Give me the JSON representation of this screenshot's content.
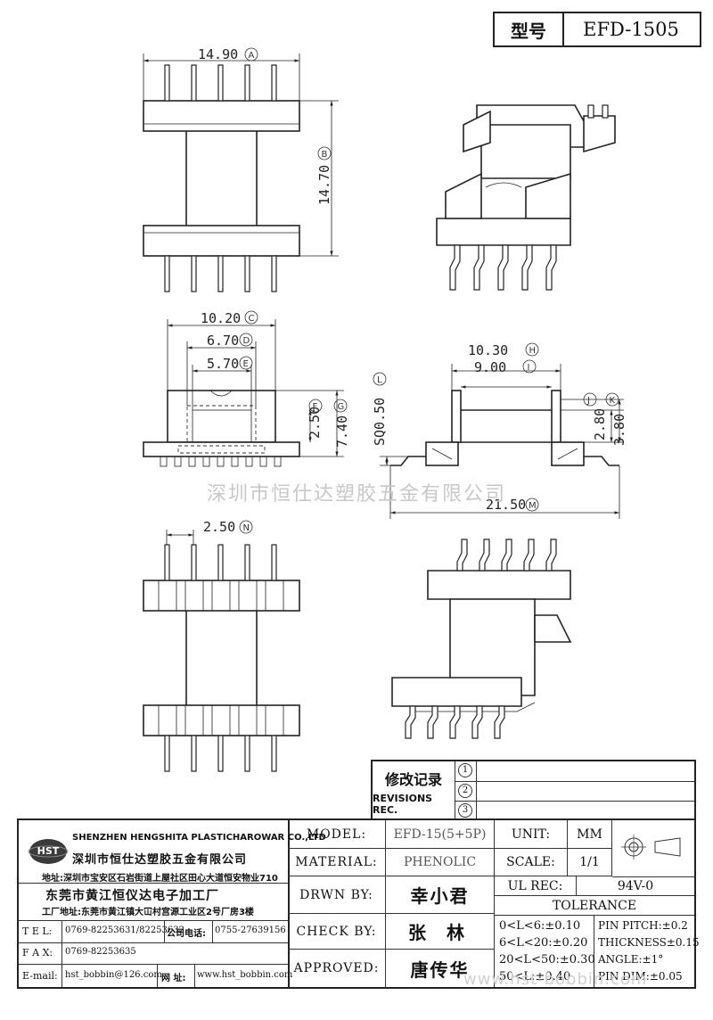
{
  "header": {
    "label": "型号",
    "model": "EFD-1505"
  },
  "dimensions": {
    "A": "14.90",
    "B": "14.70",
    "C": "10.20",
    "D": "6.70",
    "E": "5.70",
    "F": "2.50",
    "G": "7.40",
    "H": "10.30",
    "I": "9.00",
    "J": "2.80",
    "K": "3.80",
    "L": "SQ0.50",
    "M": "21.50",
    "N": "2.50"
  },
  "circle_labels": [
    "A",
    "B",
    "C",
    "D",
    "E",
    "F",
    "G",
    "H",
    "I",
    "J",
    "K",
    "L",
    "M",
    "N"
  ],
  "watermark": "深圳市恒仕达塑胶五金有限公司",
  "watermark_url": "www.hst-bobbin.com",
  "revisions": {
    "title_cn": "修改记录",
    "title_en": "REVISIONS REC.",
    "marks": [
      "1",
      "2",
      "3"
    ]
  },
  "company": {
    "logo": "HST",
    "name_en": "SHENZHEN HENGSHITA PLASTICHAROWAR CO.,LTD",
    "name_cn": "深圳市恒仕达塑胶五金有限公司",
    "address": "地址:深圳市宝安区石岩街道上屋社区田心大道恒安物业710",
    "factory_name": "东莞市黄江恒仪达电子加工厂",
    "factory_address": "工厂地址:东莞市黄江镇大冚村宫源工业区2号厂房3楼",
    "tel_label": "T E L:",
    "tel": "0769-82253631/82253632",
    "phone_label": "公司电话:",
    "phone": "0755-27639156",
    "fax_label": "F A X:",
    "fax": "0769-82253635",
    "email_label": "E-mail:",
    "email": "hst_bobbin@126.com",
    "web_label": "网 址:",
    "web": "www.hst_bobbin.com"
  },
  "spec": {
    "model_label": "MODEL:",
    "model_value": "EFD-15(5+5P)",
    "material_label": "MATERIAL:",
    "material_value": "PHENOLIC",
    "drawn_label": "DRWN BY:",
    "drawn_value": "幸小君",
    "check_label": "CHECK BY:",
    "check_value": "张 林",
    "approved_label": "APPROVED:",
    "approved_value": "唐传华",
    "unit_label": "UNIT:",
    "unit_value": "MM",
    "scale_label": "SCALE:",
    "scale_value": "1/1",
    "ul_label": "UL REC:",
    "ul_value": "94V-0",
    "tolerance_label": "TOLERANCE",
    "tol1": "0<L<6:±0.10",
    "tol2": "6<L<20:±0.20",
    "tol3": "20<L<50:±0.30",
    "tol4": "50<L:±0.40",
    "pitch": "PIN PITCH:±0.2",
    "thickness": "THICKNESS±0.15",
    "angle": "ANGLE:±1°",
    "pindim": "PIN DIM:±0.05"
  }
}
